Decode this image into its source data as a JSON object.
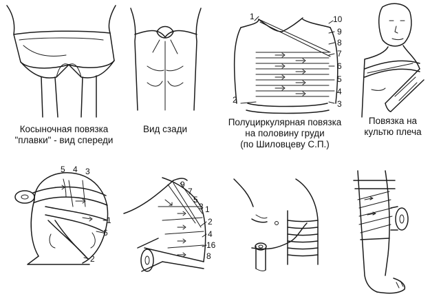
{
  "captions": {
    "fig1": [
      "Косыночная повязка",
      "\"плавки\" - вид спереди"
    ],
    "fig2": [
      "Вид сзади"
    ],
    "fig3": [
      "Полуциркулярная повязка",
      "на половину груди",
      "(по Шиловцеву С.П.)"
    ],
    "fig4": [
      "Повязка на",
      "культю плеча"
    ]
  },
  "labels": {
    "fig3": [
      "1",
      "2",
      "3",
      "4",
      "5",
      "6",
      "7",
      "8",
      "9",
      "10"
    ],
    "fig5": [
      "5",
      "4",
      "3",
      "1",
      "6",
      "2"
    ],
    "fig6": [
      "9",
      "7",
      "5",
      "3",
      "1",
      "2",
      "4",
      "16",
      "8"
    ]
  },
  "colors": {
    "ink": "#1a1a1a",
    "background": "#ffffff"
  }
}
